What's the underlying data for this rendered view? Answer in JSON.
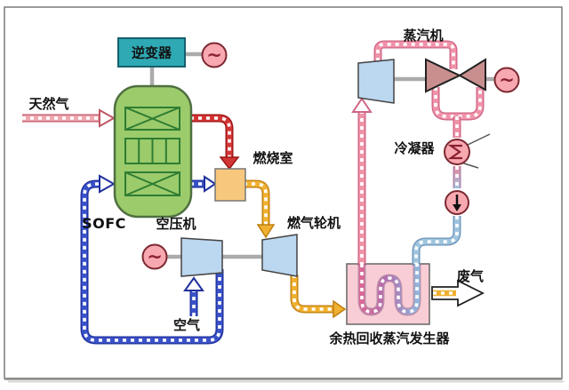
{
  "labels": {
    "natural_gas": "天然气",
    "inverter": "逆变器",
    "sofc": "SOFC",
    "air_compressor": "空压机",
    "air": "空气",
    "combustor": "燃烧室",
    "gas_turbine": "燃气轮机",
    "steam_turbine": "蒸汽机",
    "condenser": "冷凝器",
    "hrsg": "余热回收蒸汽发生器",
    "exhaust": "废气"
  },
  "symbols": {
    "generator": "~"
  },
  "colors": {
    "sofc_green": "#9ccb6b",
    "inverter_teal": "#2fa9b4",
    "combustor_orange": "#f7c77d",
    "hrsg_pink": "#f9cdd5",
    "turbine_blue": "#bcd7f0",
    "steam_turbine_rose": "#c98f8f",
    "generator_pink": "#f8a8b0",
    "fuel_line_pink": "#eca8b0",
    "anode_line_red": "#d23535",
    "air_line_blue": "#3a52c8",
    "flue_line_yellow": "#f0b030",
    "steam_line_pink": "#ef93a8",
    "condensate_line_blue": "#9fc4de",
    "shaft_gray": "#ababab",
    "frame_gray": "#7a7a7a"
  }
}
